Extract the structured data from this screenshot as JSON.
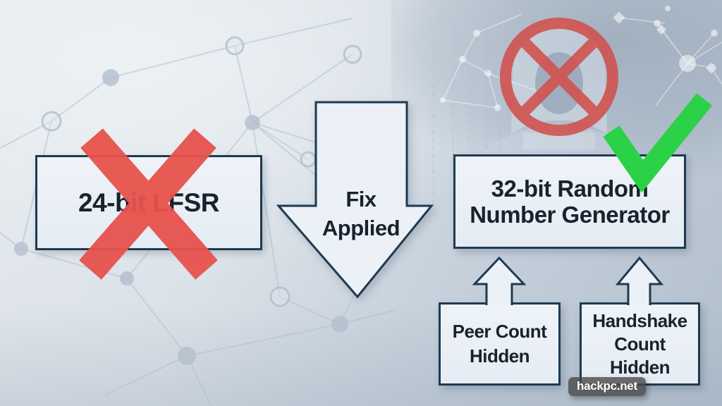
{
  "diagram": {
    "lfsr_box": {
      "label": "24-bit LFSR",
      "status_icon": "red-cross-icon"
    },
    "fix_arrow": {
      "label": "Fix\nApplied",
      "direction": "down",
      "icon": "down-arrow-shape"
    },
    "rng_box": {
      "label": "32-bit Random\nNumber Generator",
      "status_icon": "green-check-icon"
    },
    "peer_box": {
      "label": "Peer Count\nHidden",
      "icon": "up-arrow-shape"
    },
    "handshake_box": {
      "label": "Handshake\nCount\nHidden",
      "icon": "up-arrow-shape"
    },
    "hacker_graphic": {
      "icon": "no-entry-hacker-icon"
    }
  },
  "watermark": {
    "text": "hackpc.net"
  },
  "colors": {
    "cross_red": "#e8524c",
    "prohibition_red": "#d15350",
    "check_green": "#2bd147",
    "box_border_navy": "#1e3a52",
    "box_fill": "#eaf0f6",
    "text_dark": "#1a222e",
    "watermark_bg": "rgba(72,72,72,0.8)"
  },
  "background": {
    "binary_columns": [
      "1011010011010110101101",
      "0110101101001011101",
      "1101010110100111010110",
      "1011011010101100101",
      "01101001101011"
    ]
  }
}
